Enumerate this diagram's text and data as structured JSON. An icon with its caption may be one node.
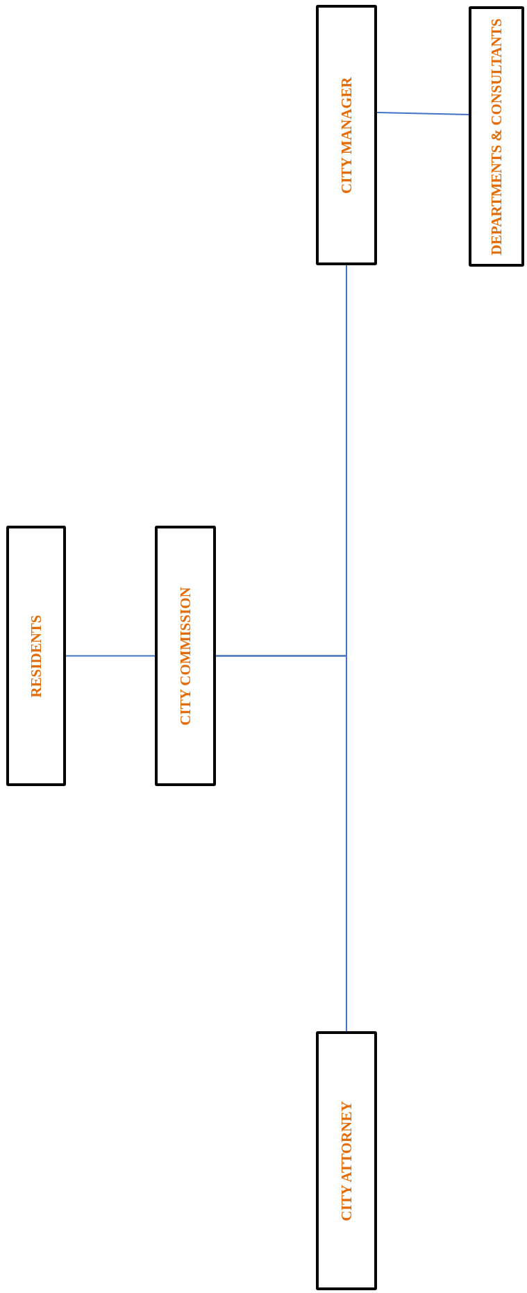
{
  "diagram": {
    "nodes": [
      {
        "text": [
          "RESIDENTS"
        ]
      },
      {
        "text": [
          "CITY COMMISSION"
        ]
      },
      {
        "text": [
          "CITY MANAGER"
        ]
      },
      {
        "text": [
          "DEPARTMENTS & CONSULTANTS"
        ]
      },
      {
        "text": [
          "CITY ATTORNEY"
        ]
      }
    ],
    "edges": [
      {
        "from": 0,
        "to": 1,
        "arrow": "none"
      },
      {
        "from": 1,
        "to": 2,
        "arrow": "none"
      },
      {
        "from": 1,
        "to": 4,
        "arrow": "none"
      },
      {
        "from": 2,
        "to": 3,
        "arrow": "none"
      }
    ]
  }
}
